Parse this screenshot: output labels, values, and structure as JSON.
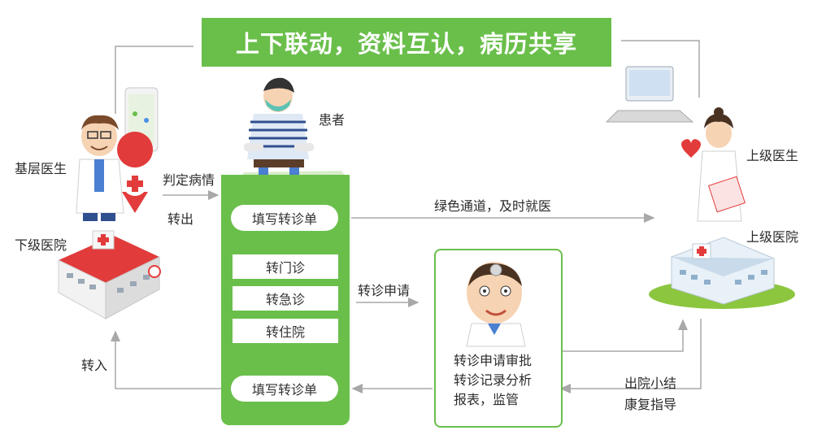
{
  "banner": {
    "title": "上下联动，资料互认，病历共享"
  },
  "actors": {
    "primary_doctor": "基层医生",
    "patient": "患者",
    "lower_hospital": "下级医院",
    "upper_doctor": "上级医生",
    "upper_hospital": "上级医院"
  },
  "flow": {
    "judge": "判定病情",
    "transfer_out": "转出",
    "transfer_in": "转入",
    "green_channel": "绿色通道，及时就医",
    "referral_apply": "转诊申请",
    "discharge_summary": "出院小结",
    "rehab_guidance": "康复指导"
  },
  "panel": {
    "form_top": "填写转诊单",
    "options": [
      "转门诊",
      "转急诊",
      "转住院"
    ],
    "form_bottom": "填写转诊单"
  },
  "review": {
    "lines": [
      "转诊申请审批",
      "转诊记录分析",
      "报表，监管"
    ]
  },
  "colors": {
    "accent": "#6abf4b",
    "line": "#a8a8a8",
    "red": "#e23b3b"
  }
}
